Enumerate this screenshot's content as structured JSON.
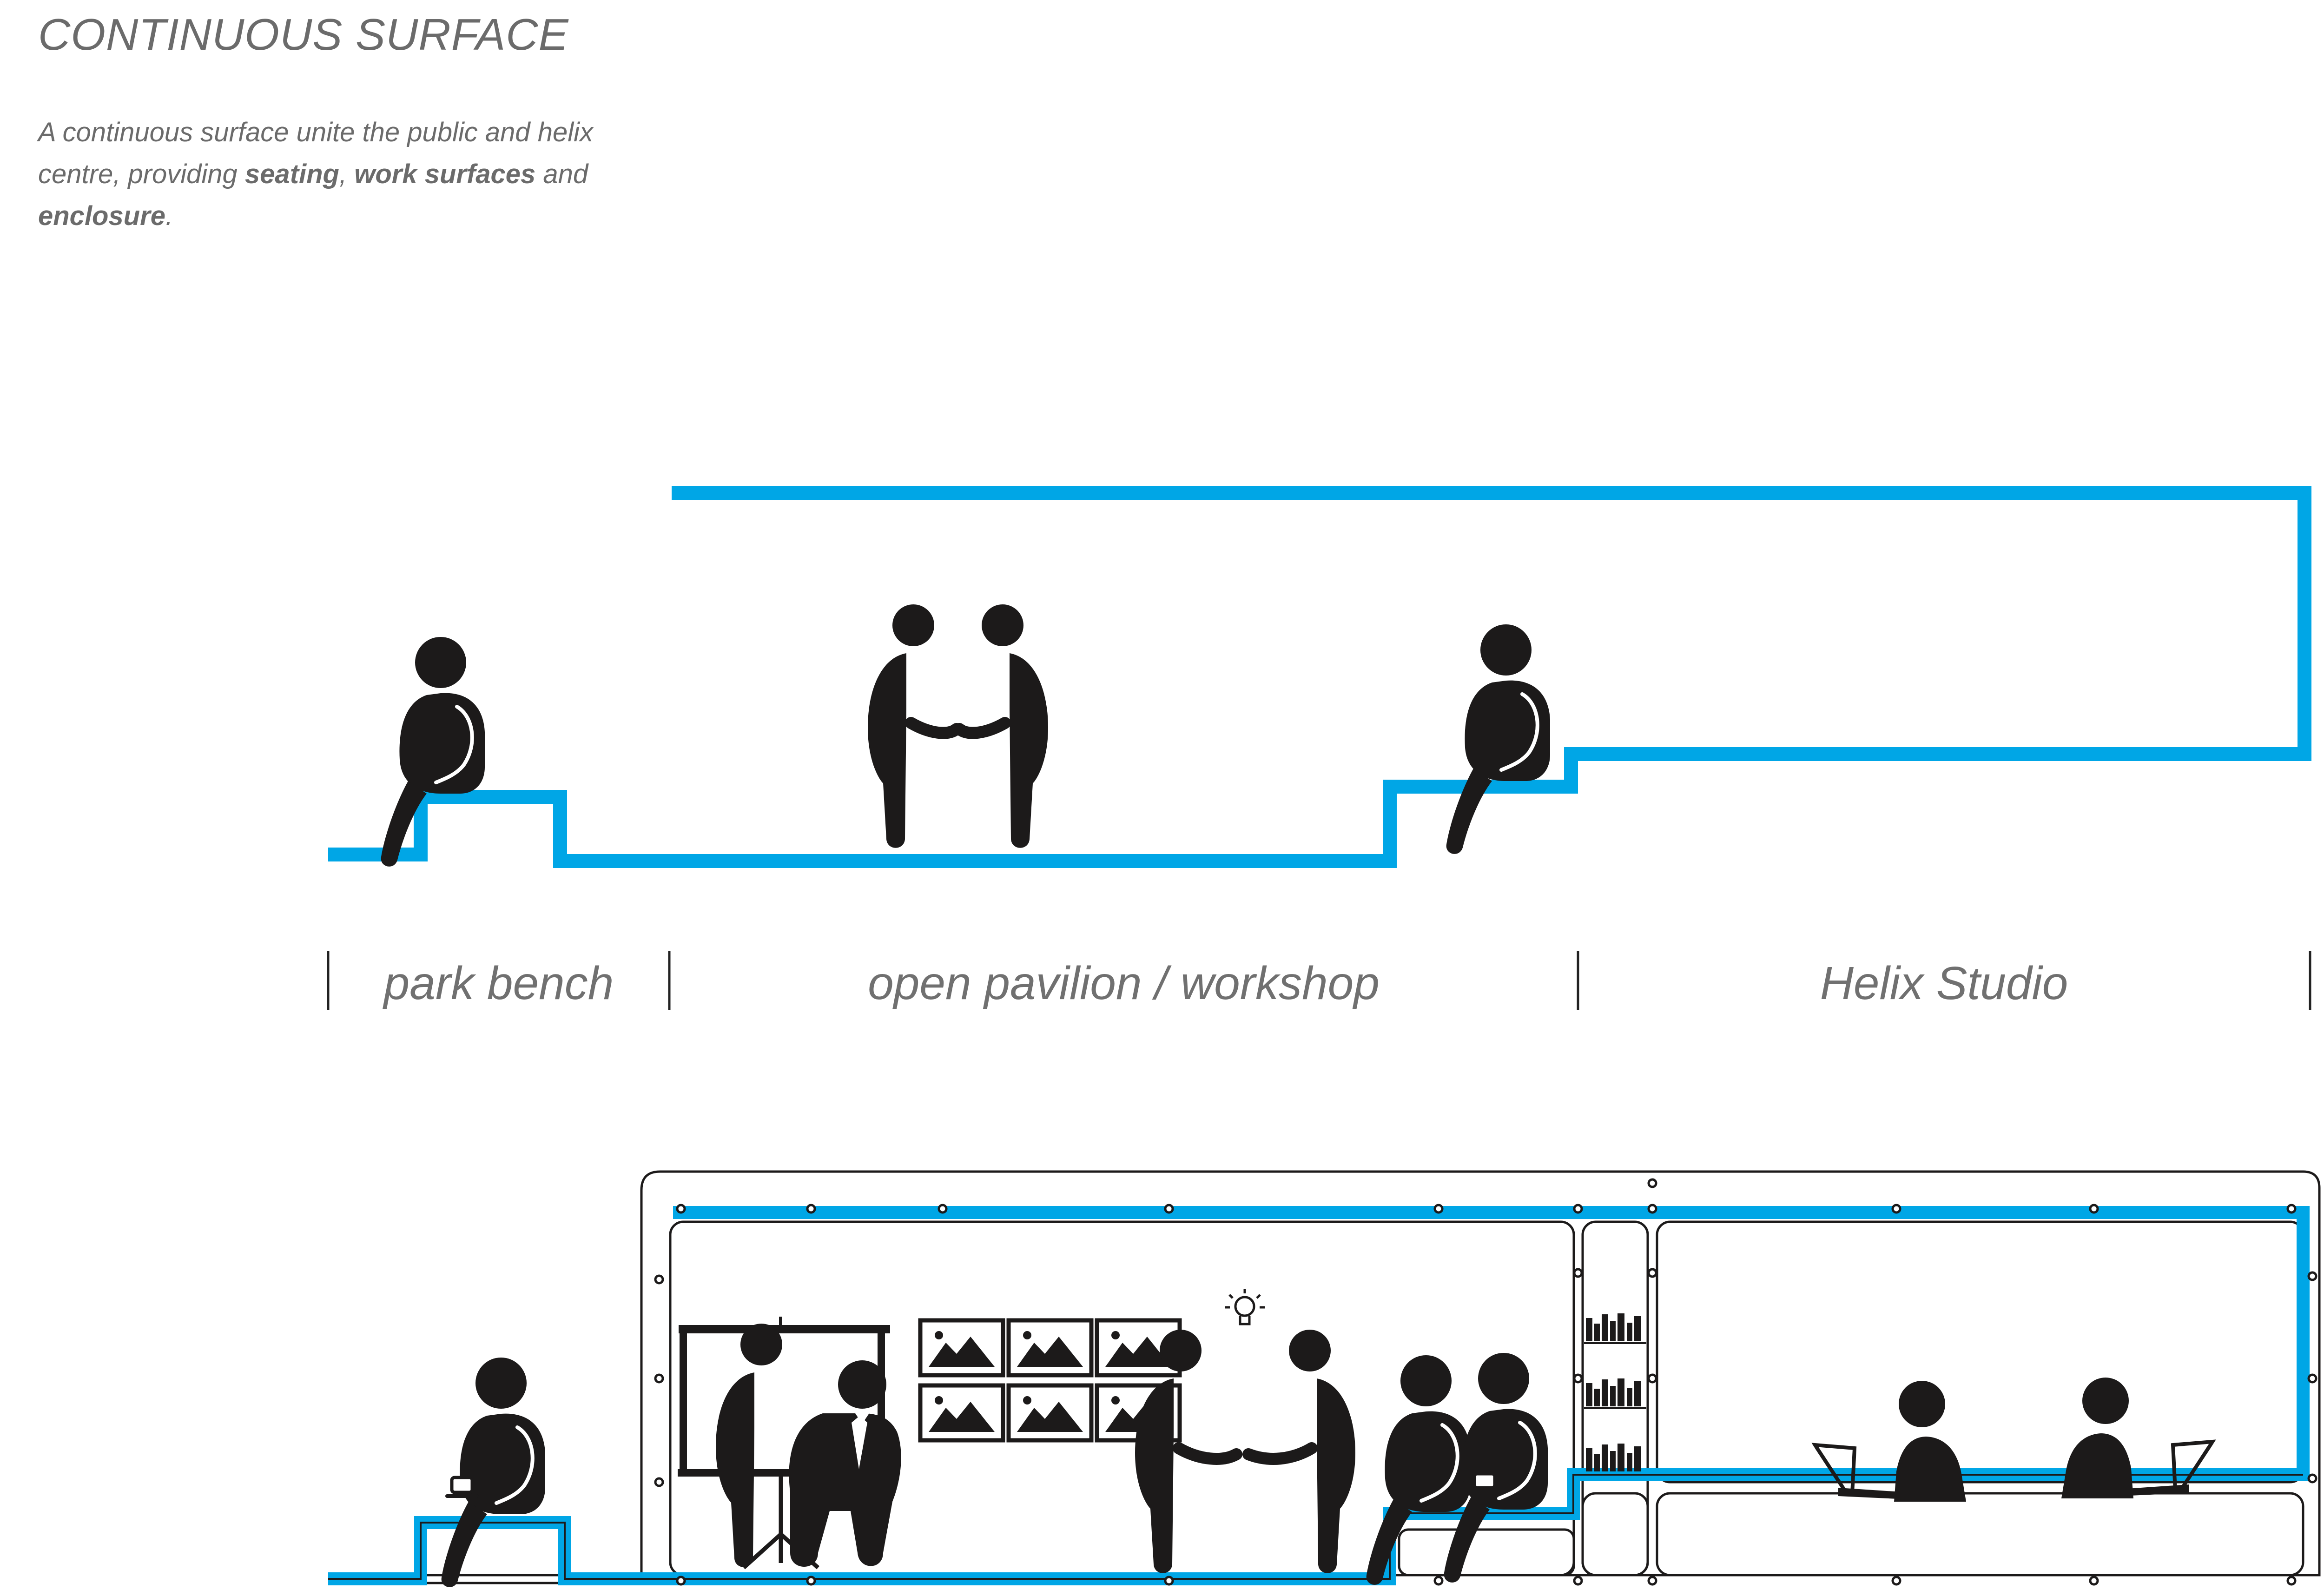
{
  "title": "CONTINUOUS SURFACE",
  "description": {
    "part1": "A continuous surface unite the public and helix centre, providing ",
    "bold1": "seating",
    "sep1": ", ",
    "bold2": "work surfaces",
    "sep2": " and ",
    "bold3": "enclosure",
    "end": "."
  },
  "zones": [
    {
      "label": "park bench"
    },
    {
      "label": "open pavilion / workshop"
    },
    {
      "label": "Helix Studio"
    }
  ],
  "colors": {
    "surface_blue": "#00a6e6",
    "figure": "#1c1a1a",
    "text_grey": "#6b6b6b"
  },
  "icons": [
    "seated-person-icon",
    "handshake-people-icon",
    "presentation-screen-icon",
    "picture-frame-icon",
    "lightbulb-icon",
    "bookshelf-icon",
    "laptop-user-icon",
    "coffee-cup-icon"
  ]
}
